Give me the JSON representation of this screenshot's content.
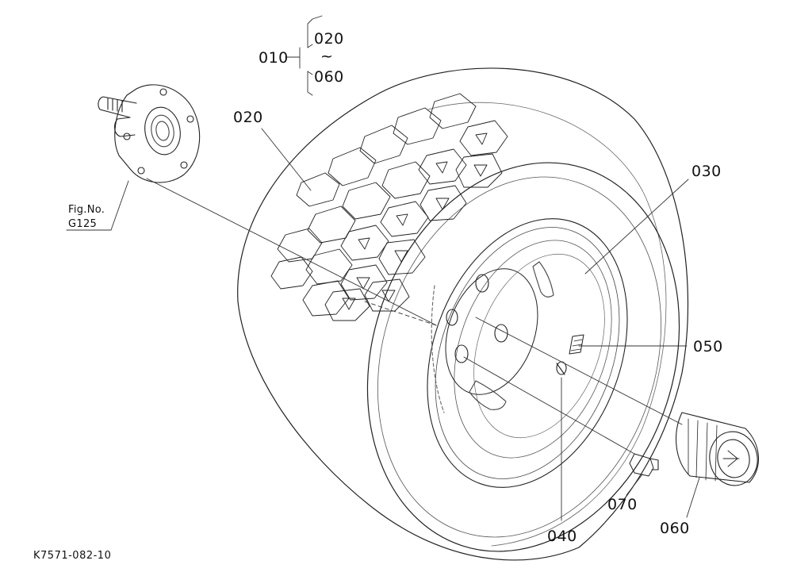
{
  "callouts": {
    "assembly": "010",
    "range_start": "020",
    "range_sep": "~",
    "range_end": "060",
    "tire": "020",
    "rim": "030",
    "valve": "040",
    "sticker": "050",
    "hub_cap": "060",
    "bolt": "070"
  },
  "reference": {
    "fig_label": "Fig.No.",
    "fig_number": "G125"
  },
  "drawing_code": "K7571-082-10"
}
